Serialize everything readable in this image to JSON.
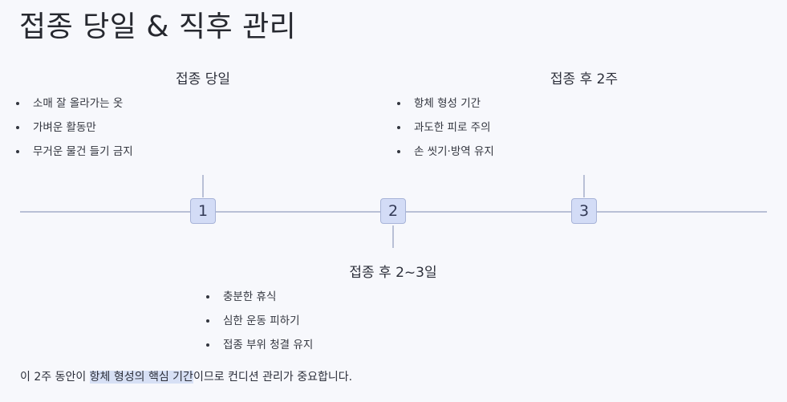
{
  "title": "접종 당일 & 직후 관리",
  "steps": [
    {
      "number": "1",
      "heading": "접종 당일",
      "items": [
        "소매 잘 올라가는 옷",
        "가벼운 활동만",
        "무거운 물건 들기 금지"
      ]
    },
    {
      "number": "2",
      "heading": "접종 후 2~3일",
      "items": [
        "충분한 휴식",
        "심한 운동 피하기",
        "접종 부위 청결 유지"
      ]
    },
    {
      "number": "3",
      "heading": "접종 후 2주",
      "items": [
        "항체 형성 기간",
        "과도한 피로 주의",
        "손 씻기·방역 유지"
      ]
    }
  ],
  "footer": {
    "before": "이 2주 동안이 ",
    "highlight": "항체 형성의 핵심 기간",
    "after": "이므로 컨디션 관리가 중요합니다."
  }
}
